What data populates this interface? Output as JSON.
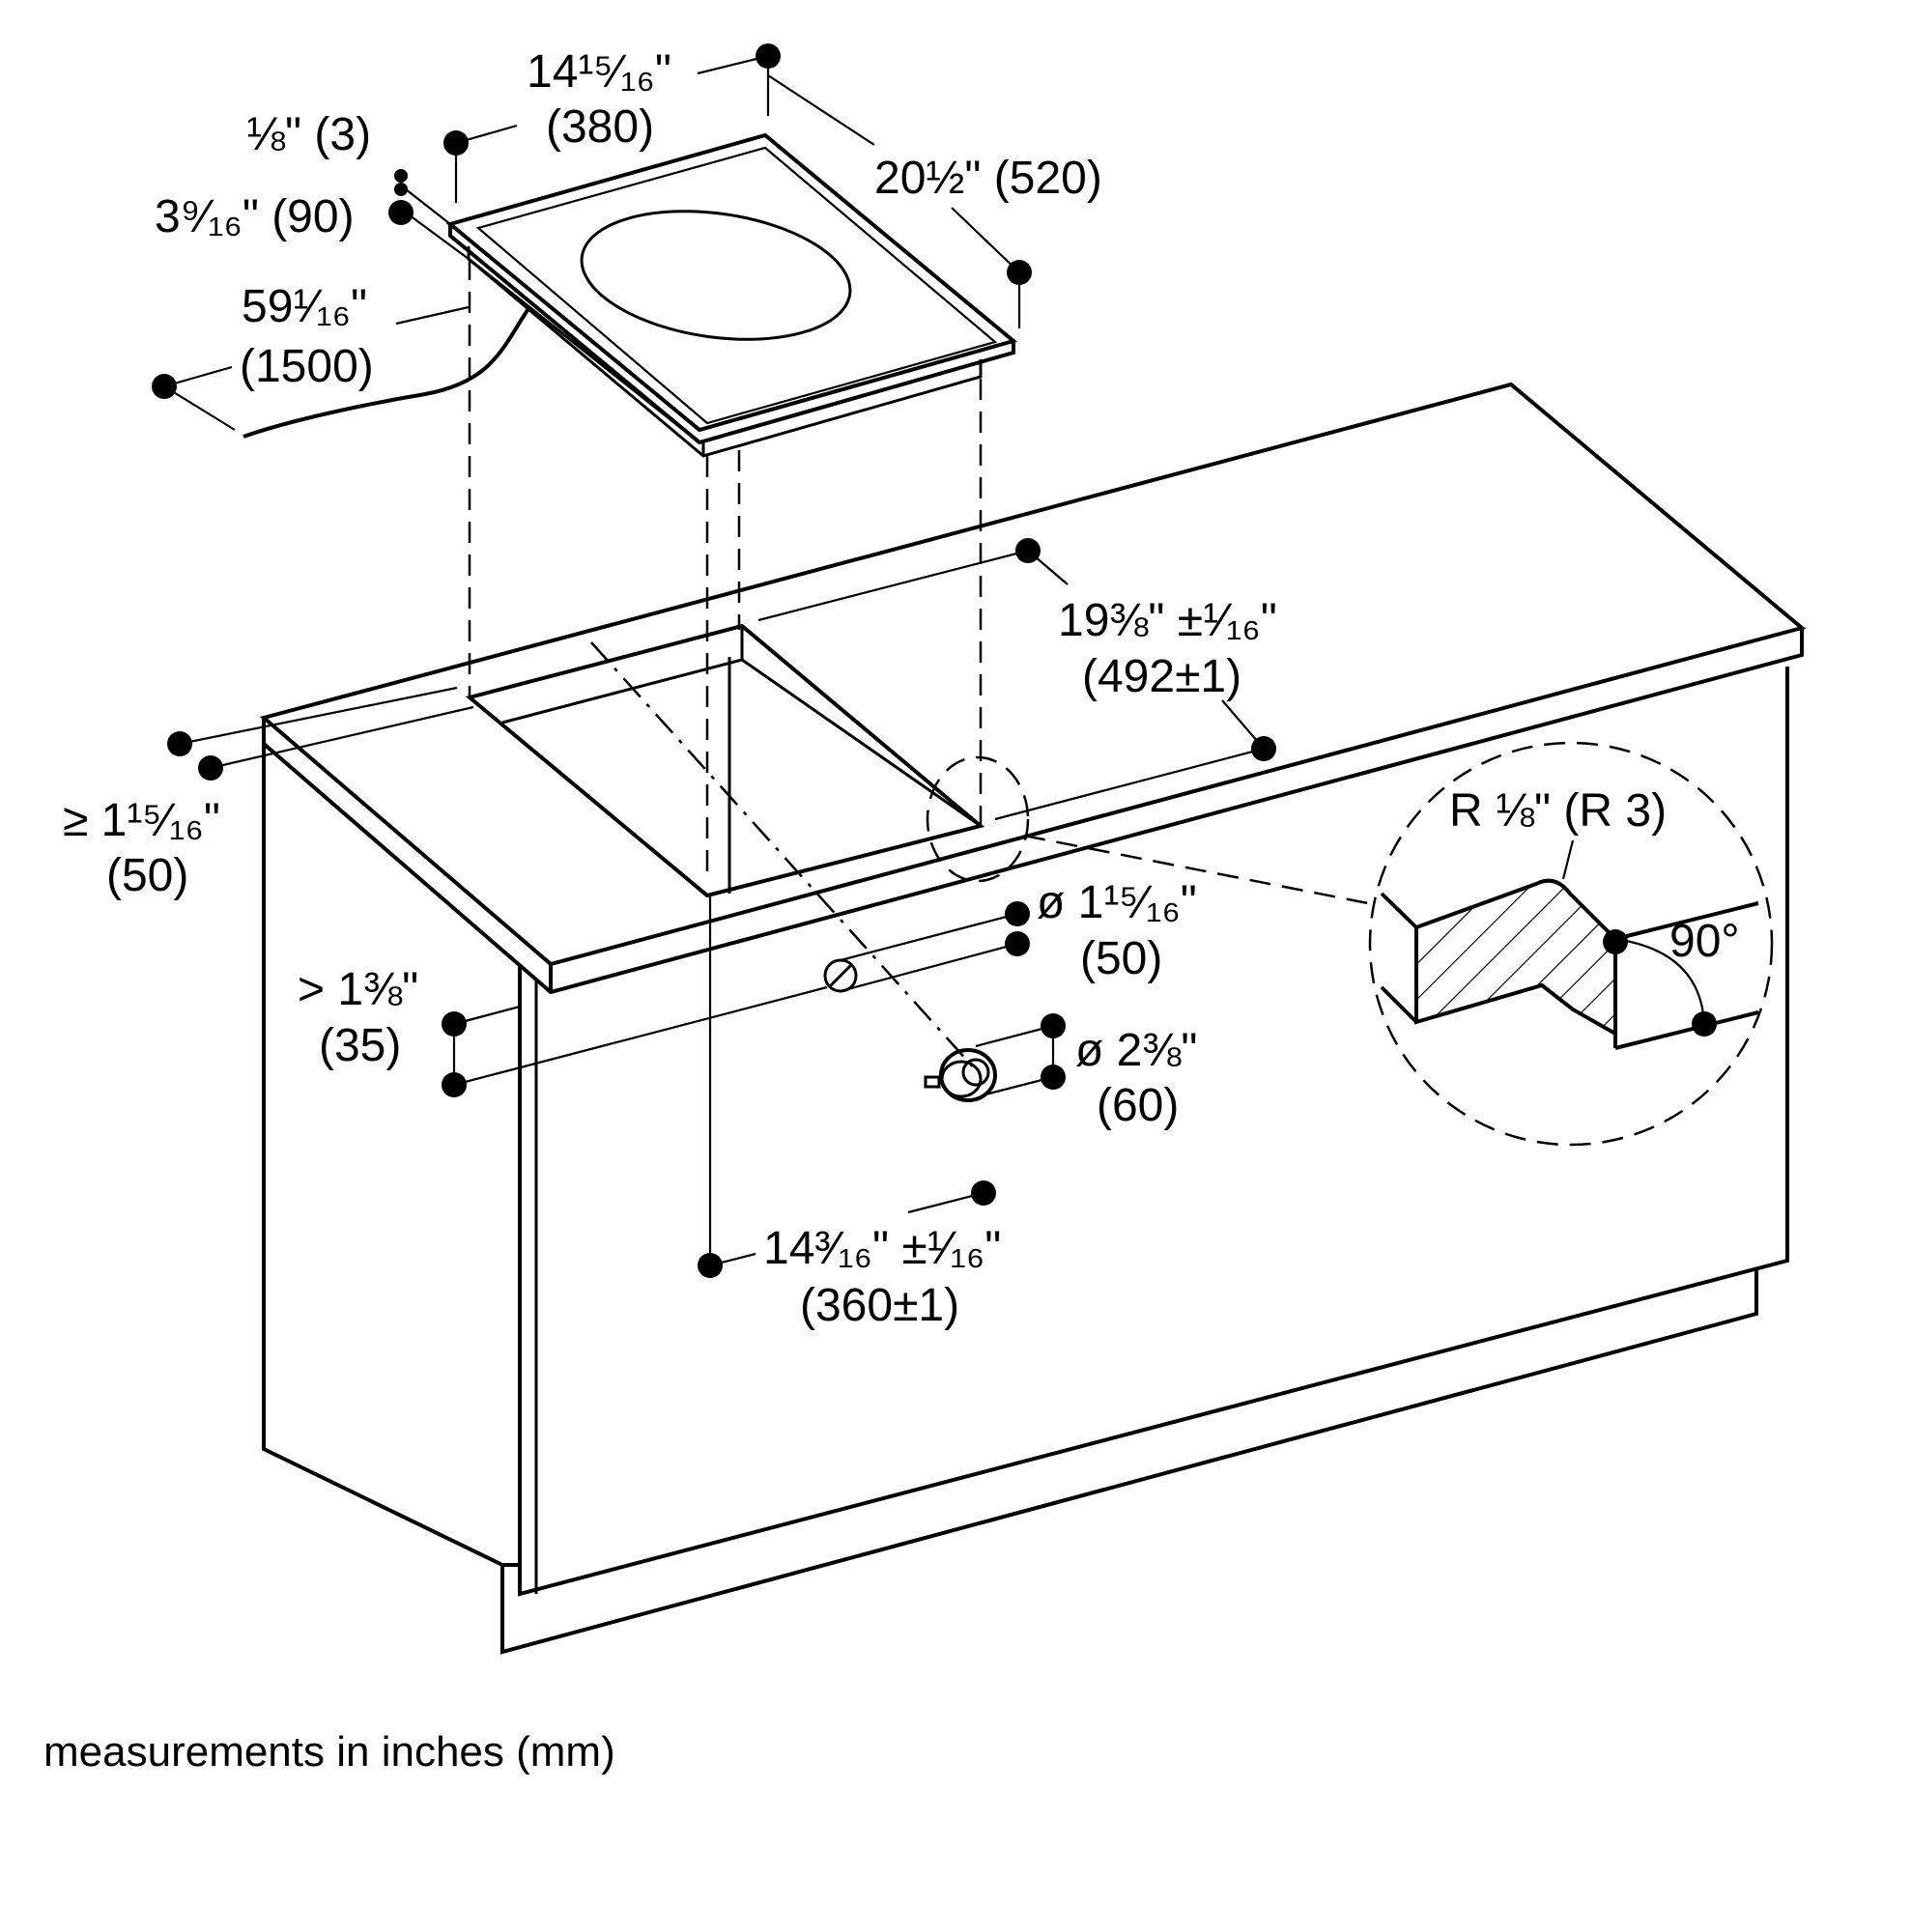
{
  "dimensions": {
    "width_top": "14¹⁵⁄₁₆\"",
    "width_top_mm": "(380)",
    "depth_top": "20½\" (520)",
    "frame_thickness": "⅛\" (3)",
    "appliance_height": "3⁹⁄₁₆\" (90)",
    "cord_length": "59¹⁄₁₆\"",
    "cord_length_mm": "(1500)",
    "cutout_depth": "19⅜\" ±¹⁄₁₆\"",
    "cutout_depth_mm": "(492±1)",
    "cutout_width": "14³⁄₁₆\" ±¹⁄₁₆\"",
    "cutout_width_mm": "(360±1)",
    "countertop_min": "≥ 1¹⁵⁄₁₆\"",
    "countertop_min_mm": "(50)",
    "hole_diameter": "ø 1¹⁵⁄₁₆\"",
    "hole_diameter_mm": "(50)",
    "panel_thickness": "> 1⅜\"",
    "panel_thickness_mm": "(35)",
    "knob_diameter": "ø 2⅜\"",
    "knob_diameter_mm": "(60)"
  },
  "detail": {
    "radius": "R ⅛\" (R 3)",
    "angle": "90°"
  },
  "footer": "measurements in inches (mm)"
}
